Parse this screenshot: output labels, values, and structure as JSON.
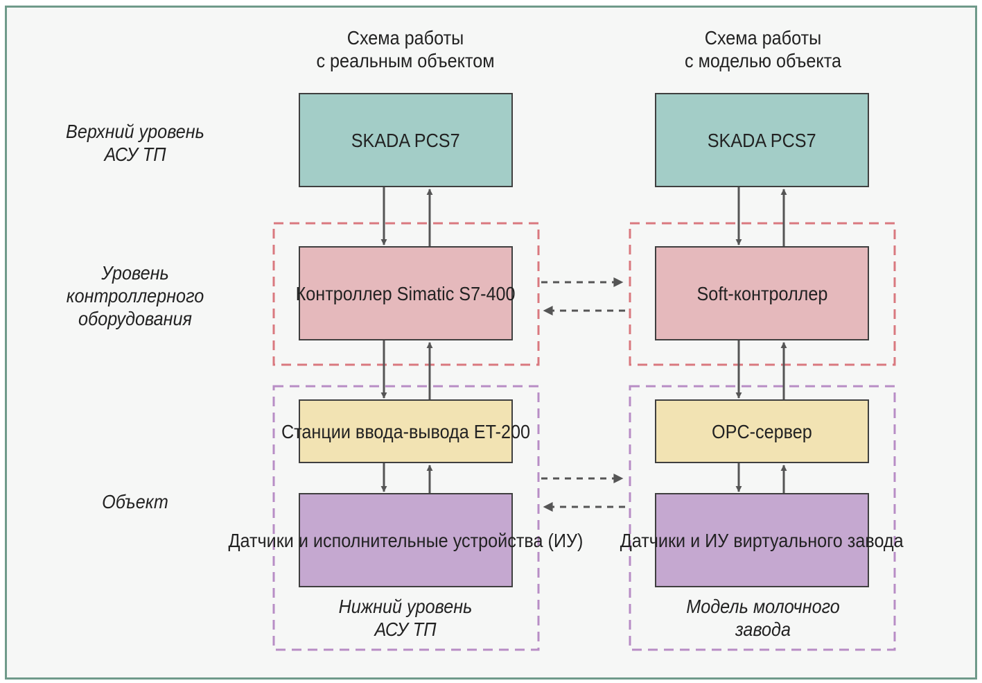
{
  "columns": {
    "real": {
      "title": "Схема работы\nс реальным объектом"
    },
    "model": {
      "title": "Схема работы\nс моделью объекта"
    }
  },
  "levels": {
    "upper": "Верхний уровень\nАСУ ТП",
    "controller": "Уровень\nконтроллерного\nоборудования",
    "object": "Объект"
  },
  "real_boxes": {
    "scada": "SKADA\nPCS7",
    "controller": "Контроллер\nSimatic S7-400",
    "io": "Станции\nввода-вывода ET-200",
    "devices": "Датчики\nи исполнительные\nустройства (ИУ)"
  },
  "model_boxes": {
    "scada": "SKADA\nPCS7",
    "controller": "Soft-контроллер",
    "opc": "OPC-сервер",
    "devices": "Датчики и ИУ\nвиртуального\nзавода"
  },
  "group_labels": {
    "real_lower": "Нижний уровень\nАСУ ТП",
    "model_plant": "Модель молочного\nзавода"
  },
  "colors": {
    "border": "#6f9a8a",
    "scada": "#a3cdc7",
    "controller": "#e5b9bc",
    "io": "#f2e3b3",
    "devices": "#c5a8d0",
    "dashed_controller": "#d9787f",
    "dashed_object": "#b88dc5",
    "arrow": "#555555"
  }
}
